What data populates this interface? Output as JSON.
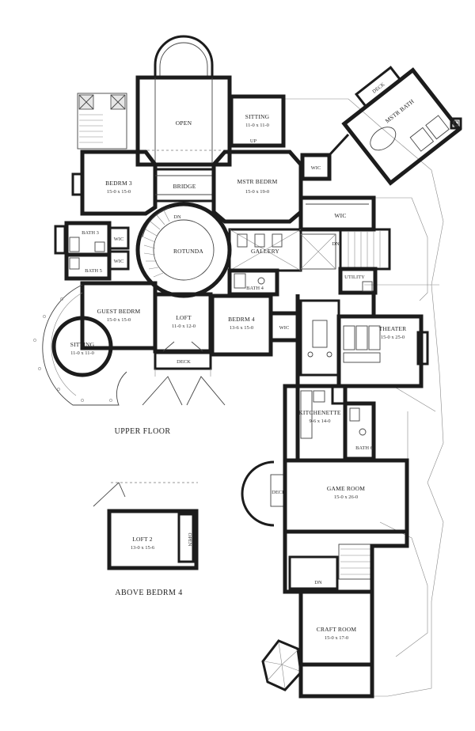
{
  "floor_caption": "UPPER FLOOR",
  "loft_caption": "ABOVE BEDRM 4",
  "rooms": {
    "open_top": {
      "name": "OPEN"
    },
    "sitting_top": {
      "name": "SITTING",
      "dims": "11-0 x 11-0"
    },
    "mstr_bath": {
      "name": "MSTR BATH"
    },
    "deck_top": {
      "name": "DECK"
    },
    "up": {
      "name": "UP"
    },
    "bedrm3": {
      "name": "BEDRM 3",
      "dims": "15-0 x 15-0"
    },
    "bridge": {
      "name": "BRIDGE"
    },
    "mstr_bedrm": {
      "name": "MSTR BEDRM",
      "dims": "15-0 x 19-0"
    },
    "wic_top": {
      "name": "WIC"
    },
    "wic_mid": {
      "name": "WIC"
    },
    "dn_rotunda": {
      "name": "DN"
    },
    "bath3": {
      "name": "BATH 3"
    },
    "wic_left1": {
      "name": "WIC"
    },
    "wic_left2": {
      "name": "WIC"
    },
    "bath5": {
      "name": "BATH 5"
    },
    "rotunda": {
      "name": "ROTUNDA"
    },
    "gallery": {
      "name": "GALLERY"
    },
    "dn_stair": {
      "name": "DN"
    },
    "utility": {
      "name": "UTILITY"
    },
    "bath4": {
      "name": "BATH 4"
    },
    "guest_bedrm": {
      "name": "GUEST BEDRM",
      "dims": "15-0 x 15-0"
    },
    "loft": {
      "name": "LOFT",
      "dims": "11-0 x 12-0"
    },
    "bedrm4": {
      "name": "BEDRM 4",
      "dims": "13-6 x 15-0"
    },
    "wic_bed4": {
      "name": "WIC"
    },
    "theater": {
      "name": "THEATER",
      "dims": "15-0 x 25-0"
    },
    "sitting_left": {
      "name": "SITTING",
      "dims": "11-0 x 11-0"
    },
    "deck_mid": {
      "name": "DECK"
    },
    "kitchenette": {
      "name": "KITCHENETTE",
      "dims": "9-6 x 14-0"
    },
    "bath6": {
      "name": "BATH 6"
    },
    "deck_game": {
      "name": "DECK"
    },
    "game_room": {
      "name": "GAME ROOM",
      "dims": "15-0 x 26-0"
    },
    "loft2": {
      "name": "LOFT 2",
      "dims": "13-0 x 15-6"
    },
    "open_loft": {
      "name": "OPEN"
    },
    "dn_craft": {
      "name": "DN"
    },
    "craft_room": {
      "name": "CRAFT ROOM",
      "dims": "15-0 x 17-0"
    }
  }
}
